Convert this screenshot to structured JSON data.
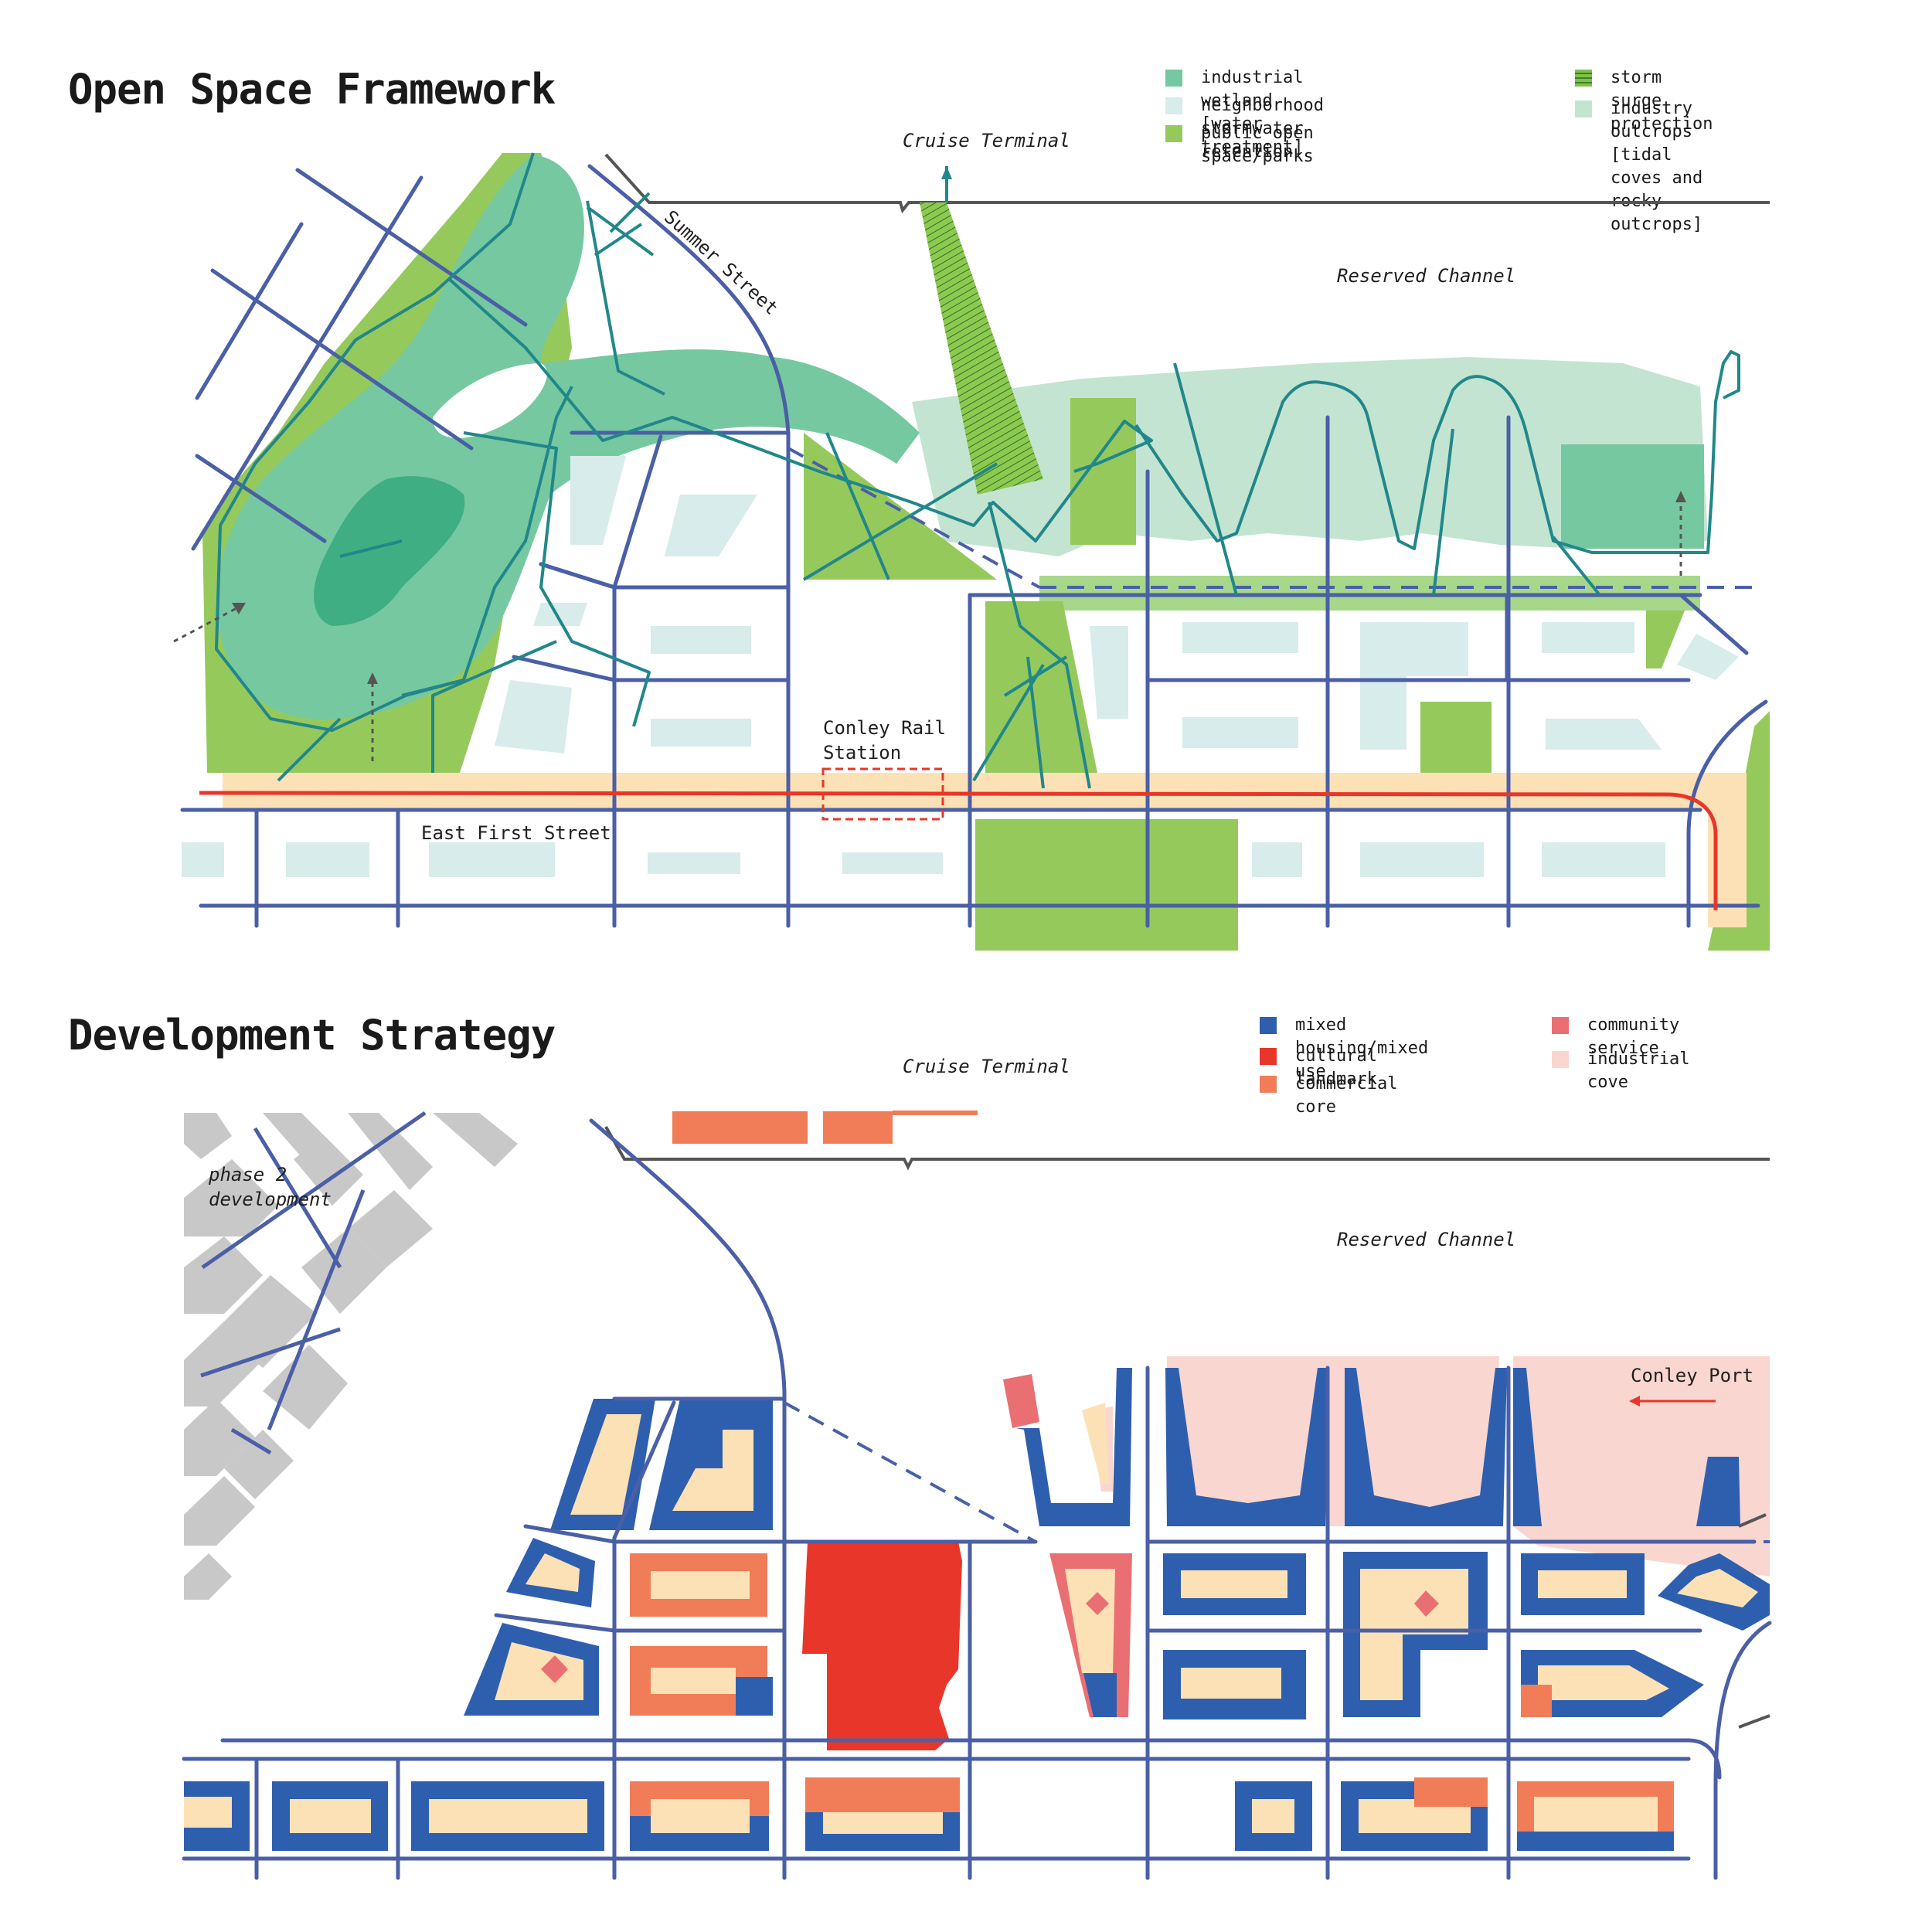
{
  "panels": [
    {
      "title": "Open Space Framework",
      "legend": [
        {
          "label": "industrial wetland [water treatment]",
          "color": "#76c8a0"
        },
        {
          "label": "neighborhood stormwater retention",
          "color": "#d7eceb"
        },
        {
          "label": "public open space/parks",
          "color": "#96c95c"
        },
        {
          "label": "storm surge protection",
          "color": "#7cc24a"
        },
        {
          "label": "industry outcrops\n[tidal coves and\nrocky outcrops]",
          "color": "#c4e4d2"
        }
      ],
      "labels": {
        "cruise_terminal": "Cruise Terminal",
        "reserved_channel": "Reserved Channel",
        "summer_street": "Summer Street",
        "conley_rail_station_1": "Conley Rail",
        "conley_rail_station_2": "Station",
        "east_first_street": "East First Street"
      }
    },
    {
      "title": "Development Strategy",
      "legend": [
        {
          "label": "mixed housing/mixed use",
          "color": "#2e5fae"
        },
        {
          "label": "cultural landmark",
          "color": "#e8372a"
        },
        {
          "label": "commercial core",
          "color": "#f07d58"
        },
        {
          "label": "community service",
          "color": "#ea6f72"
        },
        {
          "label": "industrial cove",
          "color": "#f9d6cf"
        }
      ],
      "labels": {
        "cruise_terminal": "Cruise Terminal",
        "reserved_channel": "Reserved Channel",
        "phase2_line1": "phase 2",
        "phase2_line2": "development",
        "conley_port": "Conley Port"
      }
    }
  ]
}
